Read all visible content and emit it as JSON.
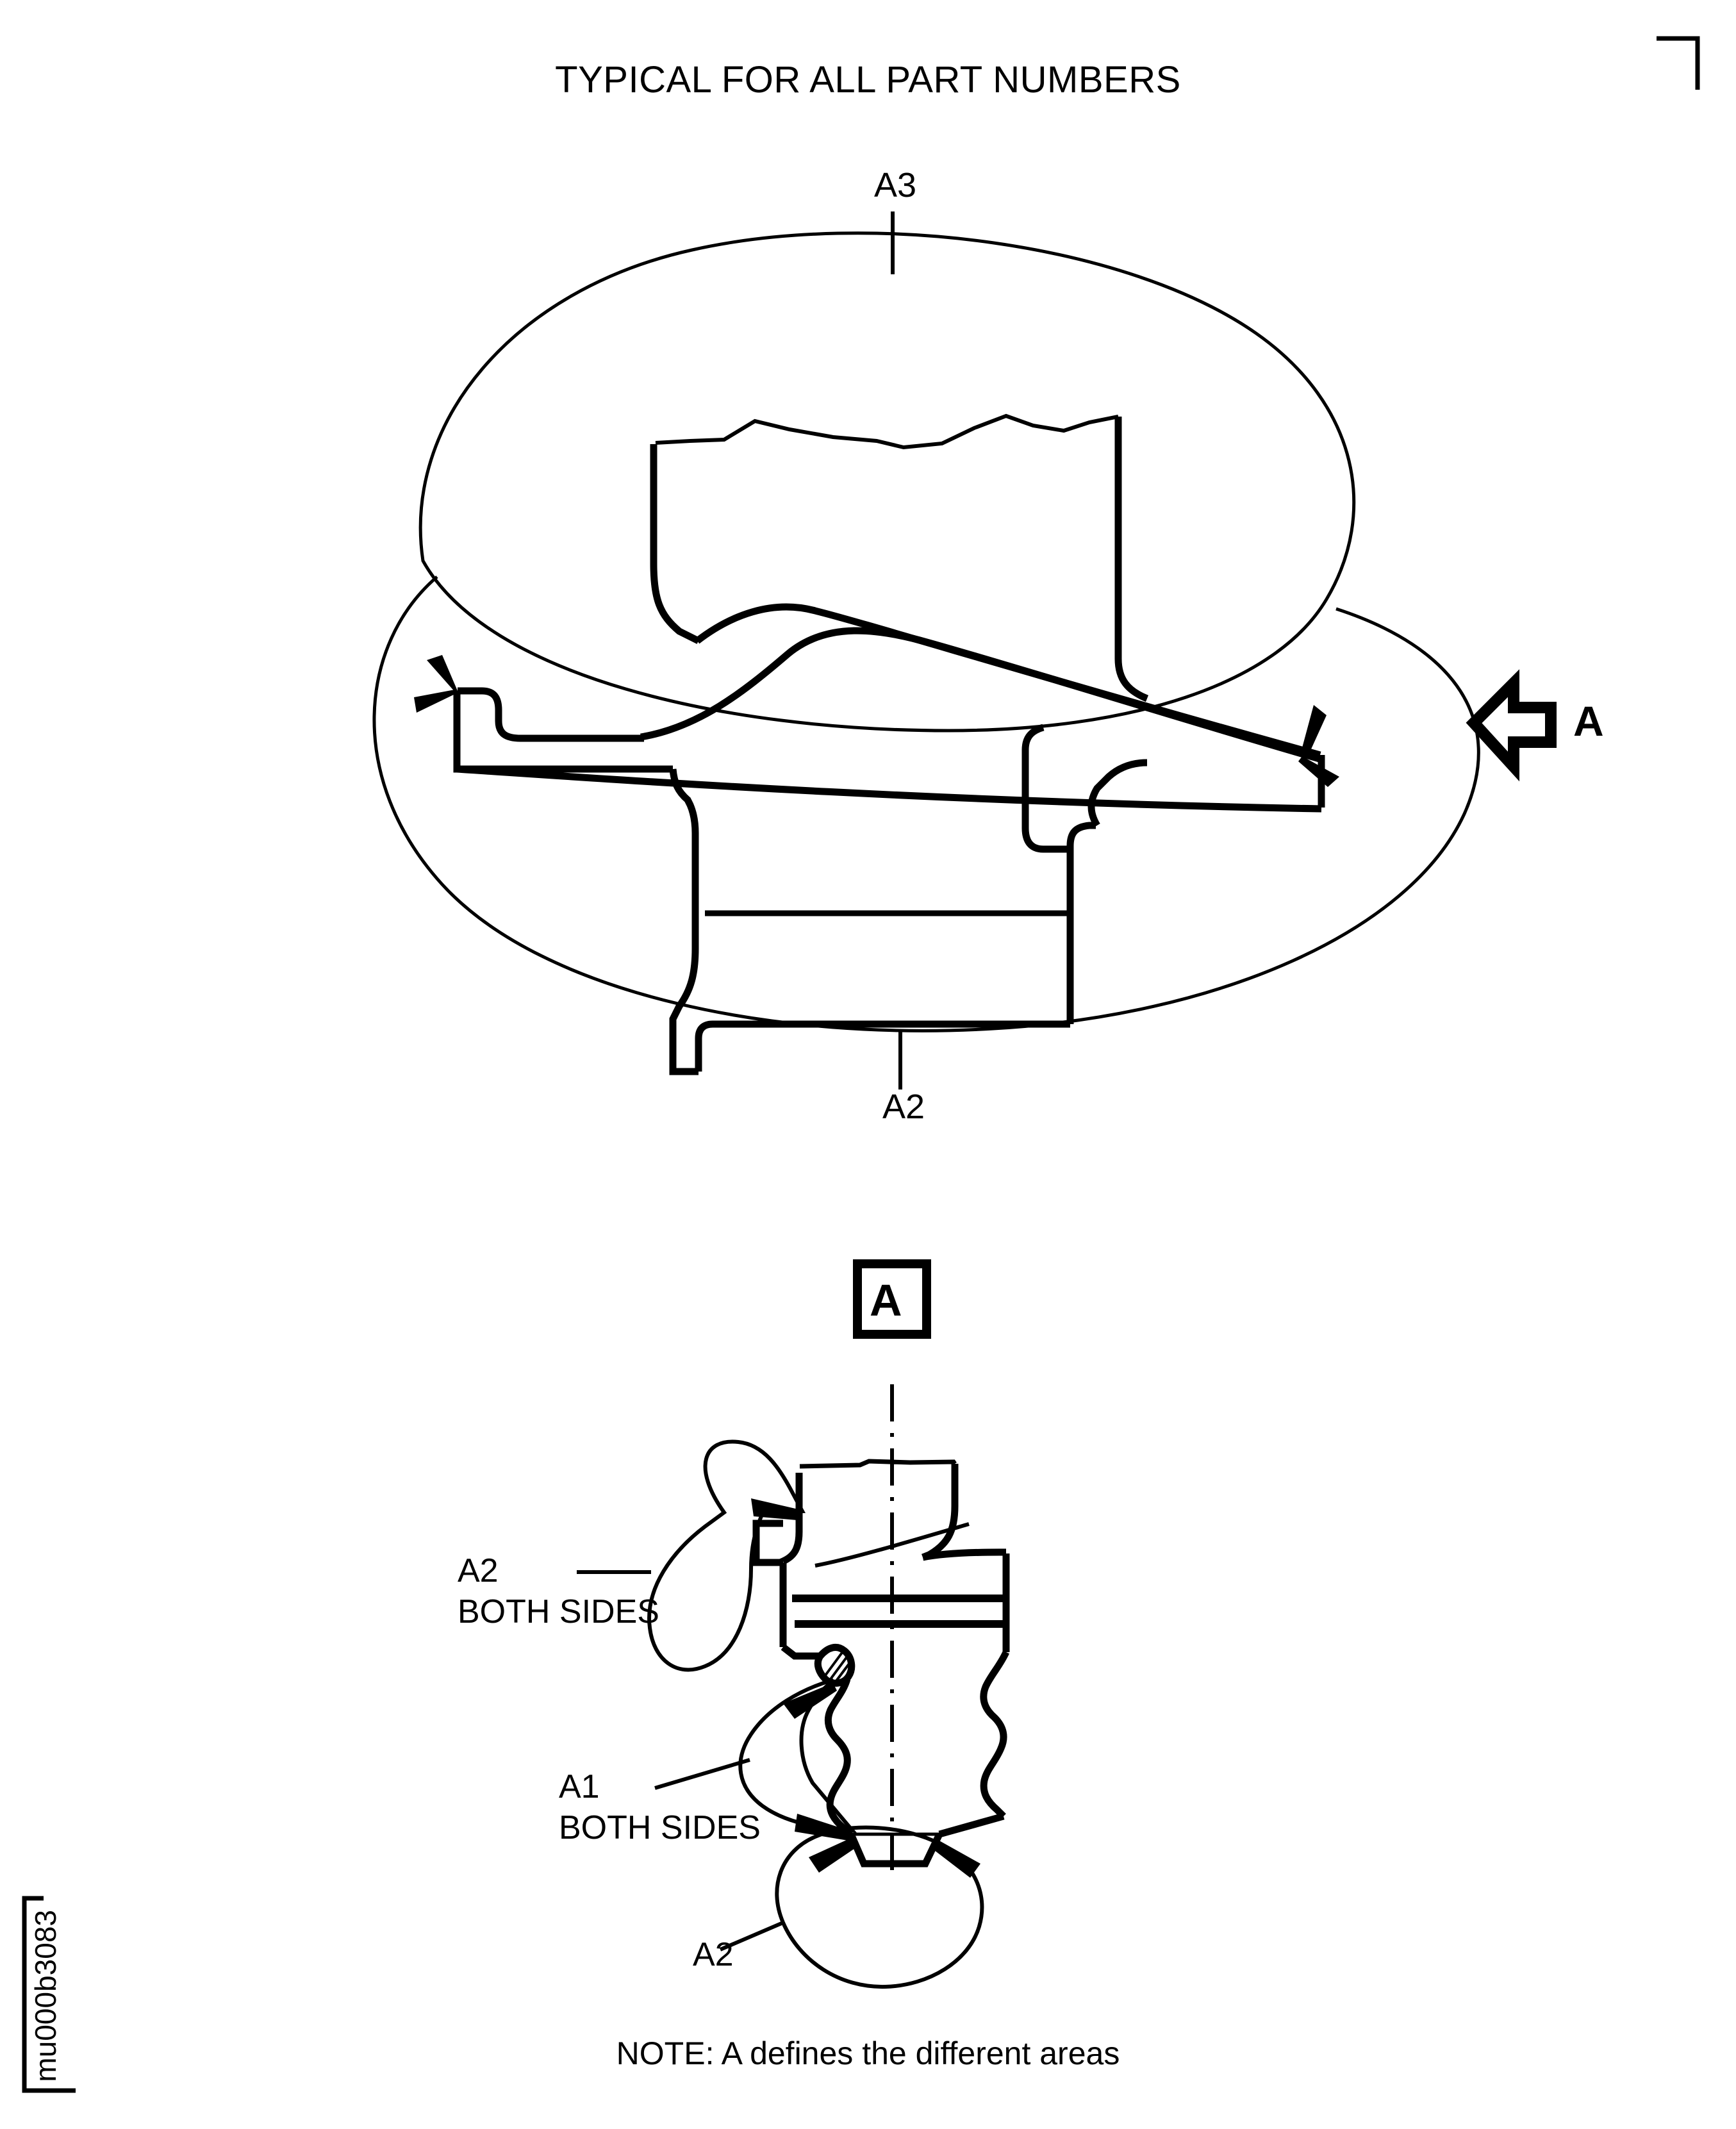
{
  "sheet": {
    "title": "TYPICAL FOR ALL PART NUMBERS",
    "note": "NOTE: A defines the different areas",
    "document_id": "mu000b3083",
    "ink_color": "#000000",
    "background_color": "#ffffff"
  },
  "upper_view": {
    "callouts": {
      "a3": "A3",
      "a2": "A2"
    },
    "section_arrow": {
      "letter": "A",
      "direction": "left"
    }
  },
  "detail_view": {
    "view_label": "A",
    "callouts": {
      "a2_upper": "A2",
      "a2_upper_qualifier": "BOTH SIDES",
      "a1": "A1",
      "a1_qualifier": "BOTH SIDES",
      "a2_lower": "A2"
    }
  }
}
